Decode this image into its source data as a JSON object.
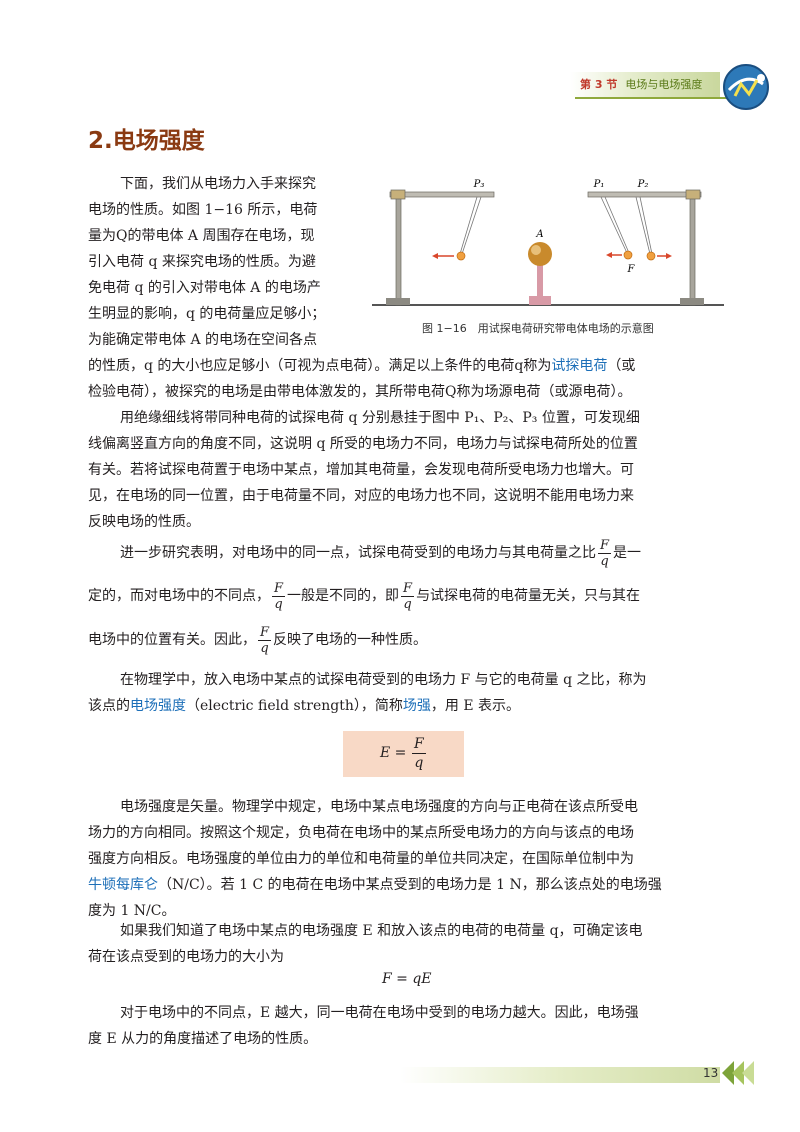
{
  "header": {
    "section_no": "第 3 节",
    "section_title": "电场与电场强度"
  },
  "title": "2.电场强度",
  "figure": {
    "labels": {
      "p3": "P₃",
      "p1": "P₁",
      "p2": "P₂",
      "a": "A",
      "f": "F"
    },
    "caption": "图 1−16　用试探电荷研究带电体电场的示意图"
  },
  "para1": {
    "lines": [
      "下面，我们从电场力入手来探究",
      "电场的性质。如图 1−16 所示，电荷",
      "量为Q的带电体 A 周围存在电场，现",
      "引入电荷 q 来探究电场的性质。为避",
      "免电荷 q 的引入对带电体 A 的电场产",
      "生明显的影响，q 的电荷量应足够小；",
      "为能确定带电体 A 的电场在空间各点"
    ],
    "l8_a": "的性质，q 的大小也应足够小（可视为点电荷）。满足以上条件的电荷q称为",
    "l8_term": "试探电荷",
    "l8_b": "（或",
    "l9": "检验电荷），被探究的电场是由带电体激发的，其所带电荷Q称为场源电荷（或源电荷）。"
  },
  "para2": {
    "l1": "用绝缘细线将带同种电荷的试探电荷 q 分别悬挂于图中 P₁、P₂、P₃ 位置，可发现细",
    "l2": "线偏离竖直方向的角度不同，这说明 q 所受的电场力不同，电场力与试探电荷所处的位置",
    "l3": "有关。若将试探电荷置于电场中某点，增加其电荷量，会发现电荷所受电场力也增大。可",
    "l4": "见，在电场的同一位置，由于电荷量不同，对应的电场力也不同，这说明不能用电场力来",
    "l5": "反映电场的性质。"
  },
  "para3": {
    "l1a": "进一步研究表明，对电场中的同一点，试探电荷受到的电场力与其电荷量之比",
    "l1b": "是一",
    "l2a": "定的，而对电场中的不同点，",
    "l2b": "一般是不同的，即",
    "l2c": "与试探电荷的电荷量无关，只与其在",
    "l3a": "电场中的位置有关。因此，",
    "l3b": "反映了电场的一种性质。",
    "frac_num": "F",
    "frac_den": "q"
  },
  "para4": {
    "l1": "在物理学中，放入电场中某点的试探电荷受到的电场力 F 与它的电荷量 q 之比，称为",
    "l2a": "该点的",
    "l2_term": "电场强度",
    "l2b": "（electric field strength），简称",
    "l2_term2": "场强",
    "l2c": "，用 E 表示。"
  },
  "formula1": {
    "lhs": "E =",
    "num": "F",
    "den": "q"
  },
  "para5": {
    "l1": "电场强度是矢量。物理学中规定，电场中某点电场强度的方向与正电荷在该点所受电",
    "l2": "场力的方向相同。按照这个规定，负电荷在电场中的某点所受电场力的方向与该点的电场",
    "l3": "强度方向相反。电场强度的单位由力的单位和电荷量的单位共同决定，在国际单位制中为",
    "l4_term": "牛顿每库仑",
    "l4b": "（N/C）。若 1 C 的电荷在电场中某点受到的电场力是 1 N，那么该点处的电场强",
    "l5": "度为 1 N/C。"
  },
  "para6": {
    "l1": "如果我们知道了电场中某点的电场强度 E 和放入该点的电荷的电荷量 q，可确定该电",
    "l2": "荷在该点受到的电场力的大小为"
  },
  "formula2": "F = qE",
  "para7": {
    "l1": "对于电场中的不同点，E 越大，同一电荷在电场中受到的电场力越大。因此，电场强",
    "l2": "度 E 从力的角度描述了电场的性质。"
  },
  "footer": {
    "page": "13"
  },
  "colors": {
    "title": "#8a3a12",
    "term": "#1d6fb8",
    "header_green": "#5a7a17",
    "formula_bg": "#f8d9c6"
  }
}
